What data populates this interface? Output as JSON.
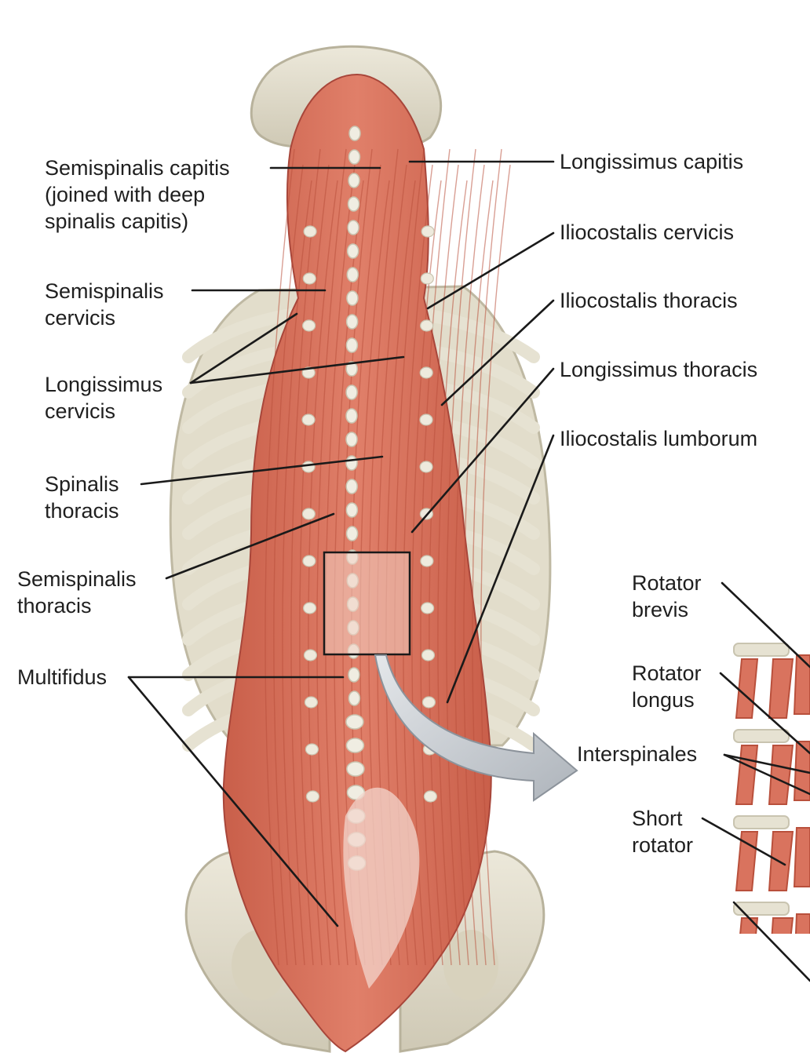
{
  "labels": {
    "semispinalis_capitis_1": "Semispinalis capitis",
    "semispinalis_capitis_2": "(joined with deep",
    "semispinalis_capitis_3": "spinalis capitis)",
    "semispinalis_cervicis_1": "Semispinalis",
    "semispinalis_cervicis_2": "cervicis",
    "longissimus_cervicis_1": "Longissimus",
    "longissimus_cervicis_2": "cervicis",
    "spinalis_thoracis_1": "Spinalis",
    "spinalis_thoracis_2": "thoracis",
    "semispinalis_thoracis_1": "Semispinalis",
    "semispinalis_thoracis_2": "thoracis",
    "multifidus": "Multifidus",
    "longissimus_capitis": "Longissimus capitis",
    "iliocostalis_cervicis": "Iliocostalis cervicis",
    "iliocostalis_thoracis": "Iliocostalis thoracis",
    "longissimus_thoracis": "Longissimus thoracis",
    "iliocostalis_lumborum": "Iliocostalis lumborum",
    "rotator_brevis_1": "Rotator",
    "rotator_brevis_2": "brevis",
    "rotator_longus_1": "Rotator",
    "rotator_longus_2": "longus",
    "interspinales": "Interspinales",
    "short_rotator_1": "Short",
    "short_rotator_2": "rotator"
  },
  "colors": {
    "muscle": "#d9735e",
    "muscle_dark": "#b9503c",
    "bone": "#e6e2d2",
    "bone_shade": "#c9c4b0",
    "leader_line": "#1a1a1a",
    "arrow": "#c8cdd3"
  }
}
